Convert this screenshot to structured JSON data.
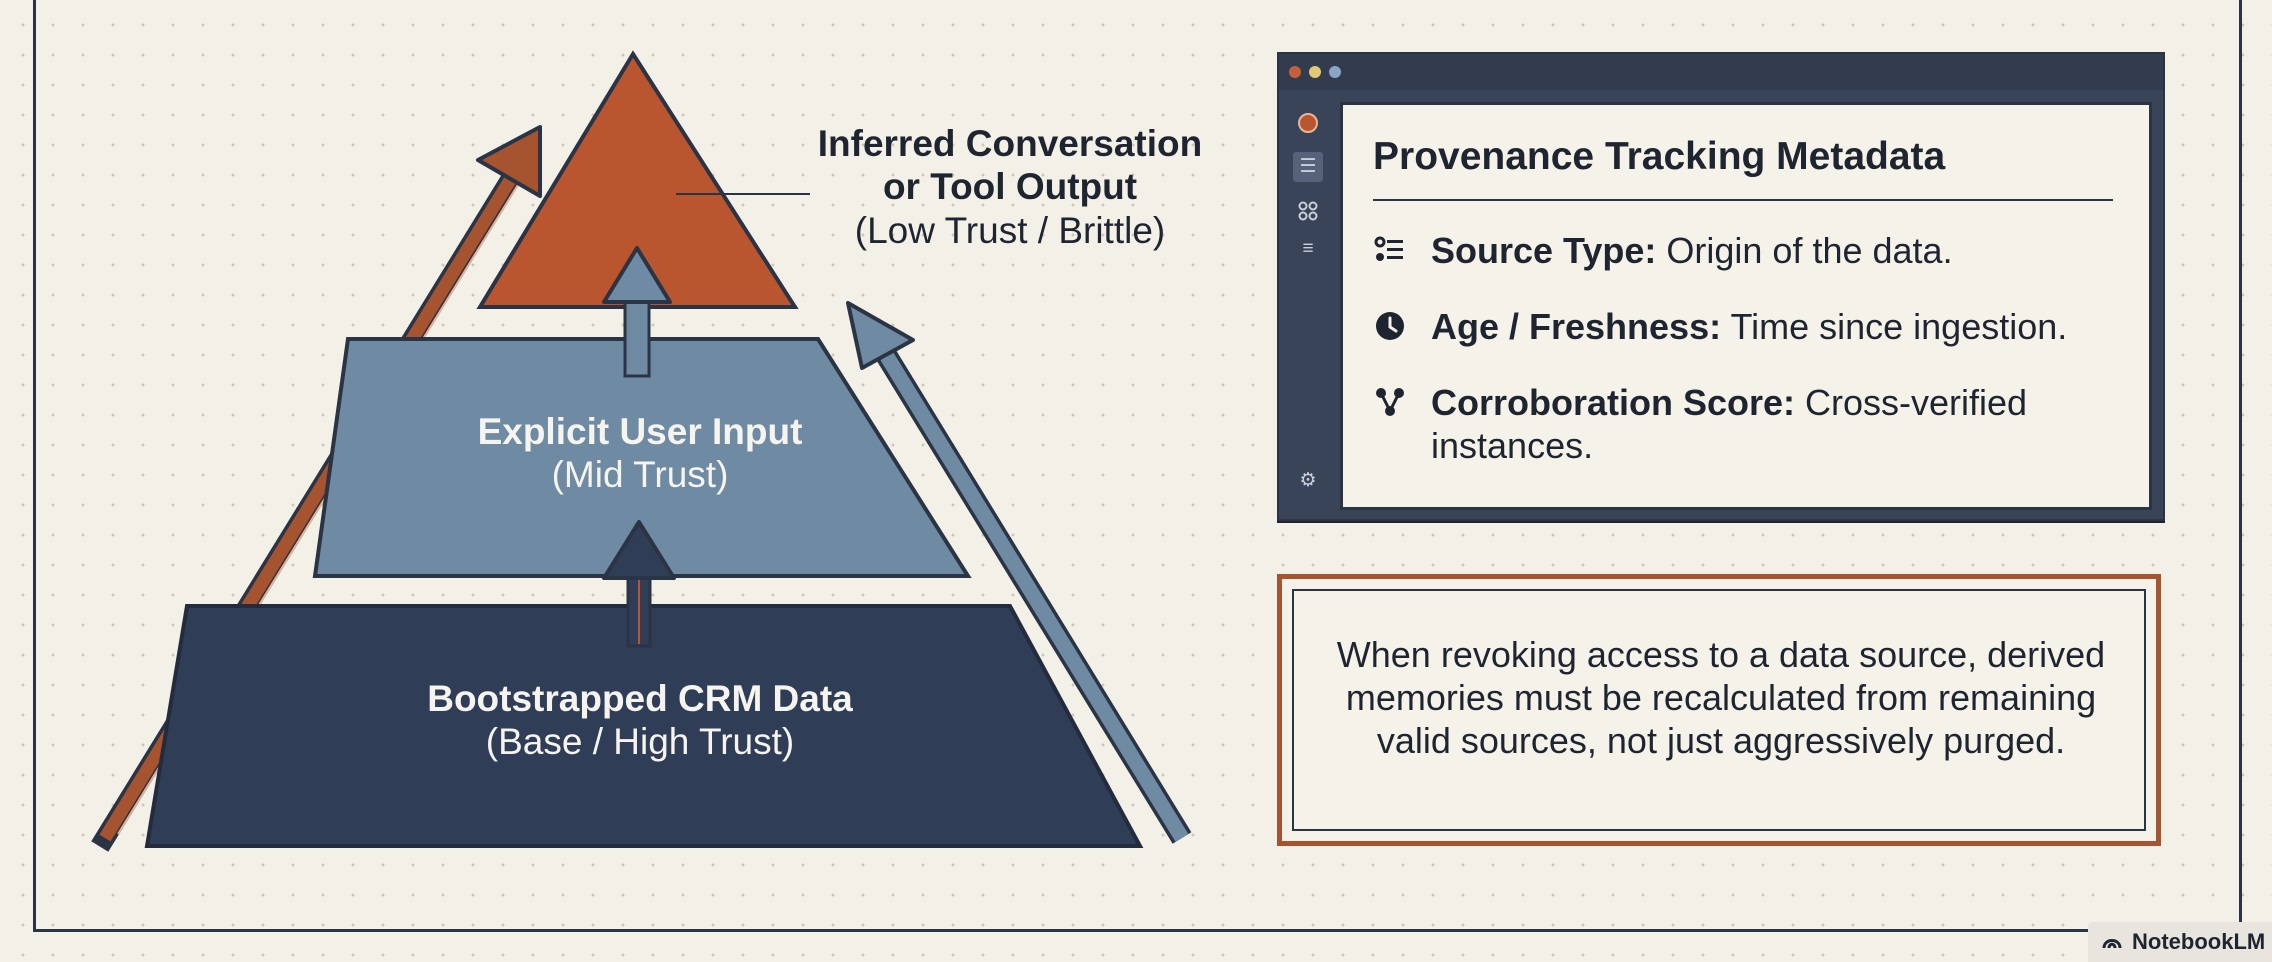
{
  "pyramid": {
    "top": {
      "title_line1": "Inferred Conversation",
      "title_line2": "or Tool Output",
      "subtitle": "(Low Trust / Brittle)"
    },
    "middle": {
      "title": "Explicit User Input",
      "subtitle": "(Mid Trust)"
    },
    "base": {
      "title": "Bootstrapped CRM Data",
      "subtitle": "(Base / High Trust)"
    }
  },
  "metadata_panel": {
    "title": "Provenance Tracking Metadata",
    "items": [
      {
        "icon": "list-icon",
        "key": "Source Type:",
        "value": " Origin of the data."
      },
      {
        "icon": "clock-icon",
        "key": "Age / Freshness:",
        "value": " Time since ingestion."
      },
      {
        "icon": "network-icon",
        "key": "Corroboration Score:",
        "value": " Cross-verified instances."
      }
    ]
  },
  "note": {
    "text": "When revoking access to a data source, derived memories must be recalculated from remaining valid sources, not just aggressively purged."
  },
  "badge": {
    "label": "NotebookLM"
  },
  "colors": {
    "top_tier": "#b9552f",
    "middle_tier": "#6f8aa3",
    "base_tier": "#2f3d57",
    "note_border": "#a6532f",
    "ink": "#1f2530"
  }
}
